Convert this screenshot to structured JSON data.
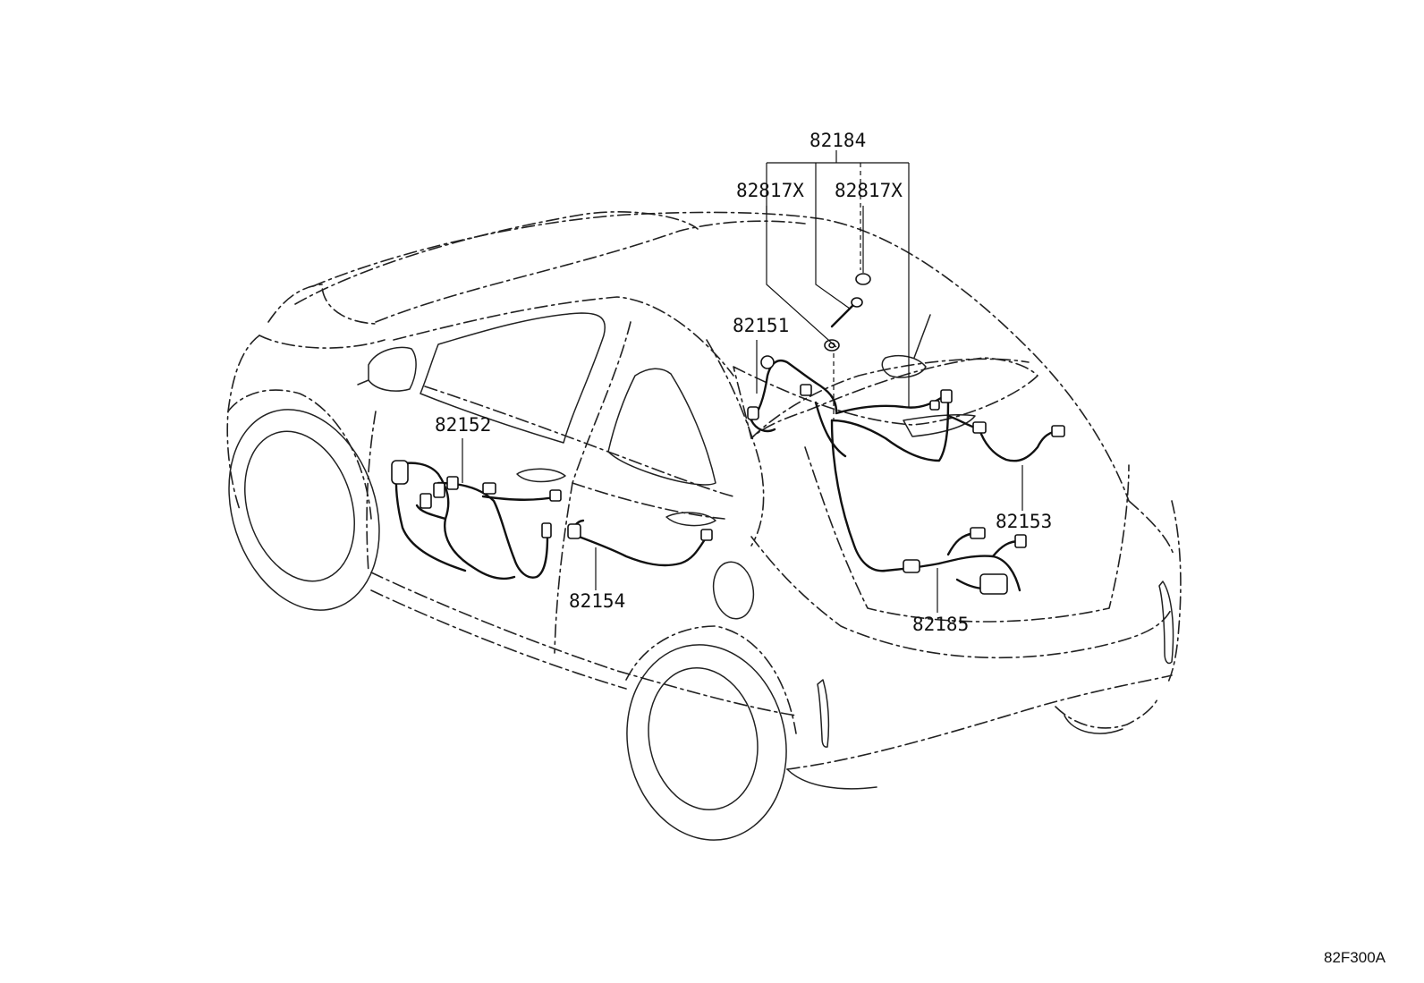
{
  "diagram": {
    "part_labels": {
      "p82184": "82184",
      "p82817x_left": "82817X",
      "p82817x_right": "82817X",
      "p82151": "82151",
      "p82152": "82152",
      "p82153": "82153",
      "p82154": "82154",
      "p82185": "82185"
    },
    "figure_code": "82F300A"
  }
}
